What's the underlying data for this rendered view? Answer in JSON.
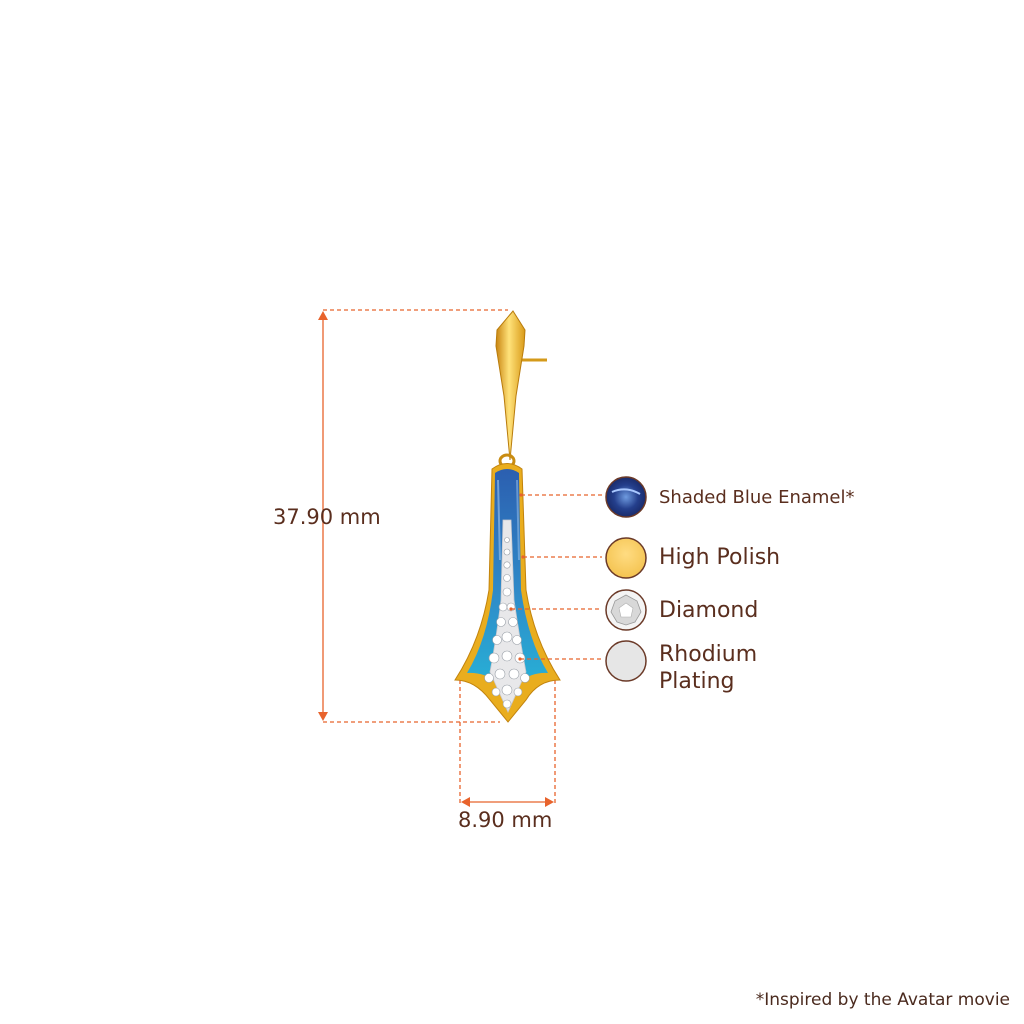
{
  "dimensions": {
    "height_label": "37.90 mm",
    "width_label": "8.90 mm"
  },
  "legend": [
    {
      "label": "Shaded Blue Enamel*",
      "swatch": "shaded-blue-enamel",
      "color": "#1f3f8a"
    },
    {
      "label": "High Polish",
      "swatch": "high-polish",
      "color": "#f6c850"
    },
    {
      "label": "Diamond",
      "swatch": "diamond",
      "color": "#d9d9d9"
    },
    {
      "label": "Rhodium",
      "label_line2": "Plating",
      "swatch": "rhodium-plating",
      "color": "#e4e4e4"
    }
  ],
  "footnote": "*Inspired by the Avatar movie",
  "colors": {
    "dimension_line": "#e8632c",
    "gold": "#e8ac1c",
    "enamel_blue": "#2a6db5",
    "enamel_teal": "#26a9cf",
    "text": "#5a2e1e"
  }
}
